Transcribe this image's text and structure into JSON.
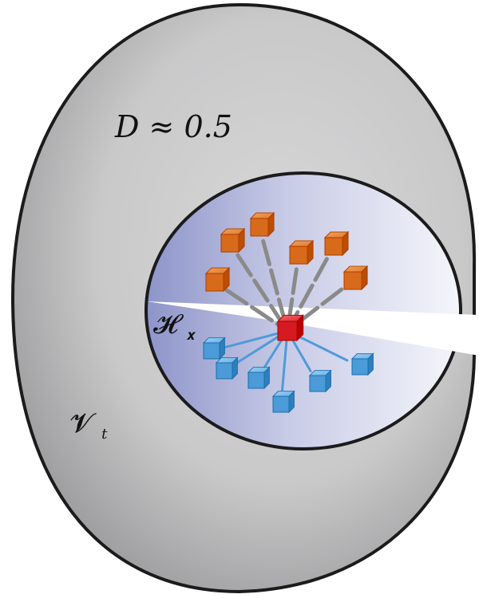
{
  "labels": {
    "d_label": "D ≈ 0.5",
    "h_label": "𝓗",
    "h_sub": "𝒙",
    "v_label": "𝓥",
    "v_sub": "t"
  },
  "colors": {
    "outer_fill": "#c9c9ca",
    "outer_fill_dark": "#8f8f91",
    "outline": "#1b1b1b",
    "inner_fill_left": "#8d94c9",
    "inner_fill_right": "#f5f6fb",
    "orange_node": "#d86a1c",
    "blue_node": "#4a9bd8",
    "center_node": "#d71920",
    "gray_edge": "#8a8a8a",
    "blue_edge": "#4f9ad8"
  },
  "nodes": {
    "orange_count": 6,
    "blue_count": 6,
    "center_count": 1
  }
}
